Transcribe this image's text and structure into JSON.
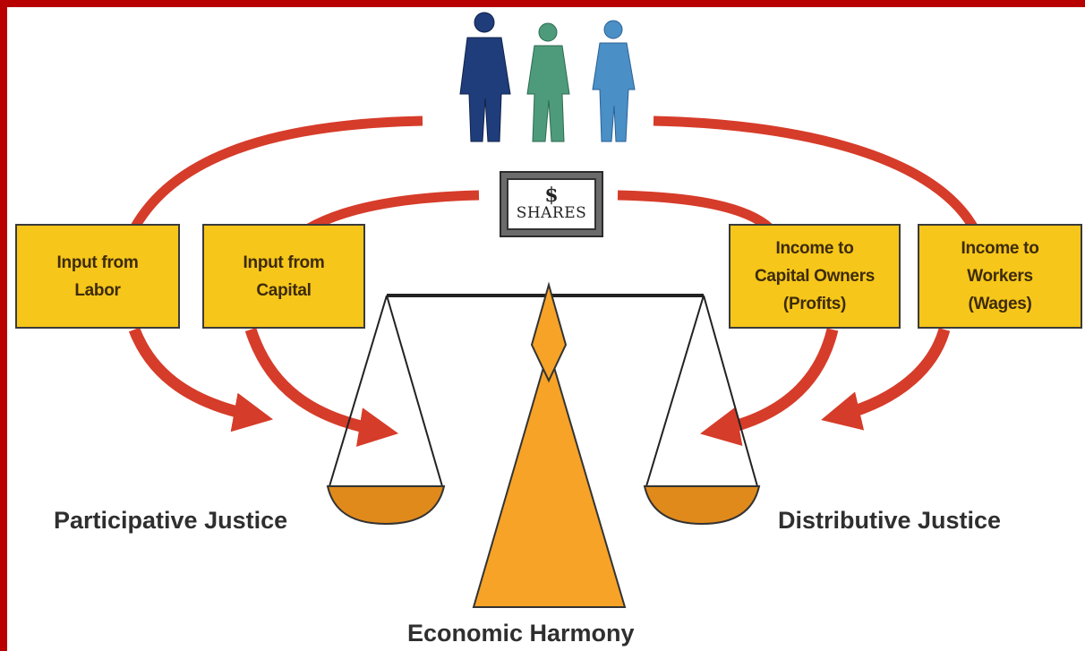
{
  "diagram": {
    "boxes": [
      {
        "text": "Input from\nLabor"
      },
      {
        "text": "Input from\nCapital"
      },
      {
        "text": "Income to\nCapital Owners\n(Profits)"
      },
      {
        "text": "Income to\nWorkers\n(Wages)"
      }
    ],
    "shares_sign": {
      "symbol": "$",
      "text": "SHARES"
    },
    "left_label": "Participative Justice",
    "right_label": "Distributive Justice",
    "bottom_label": "Economic Harmony"
  },
  "colors": {
    "frame": "#b90000",
    "arrow": "#d63c2a",
    "box_fill": "#f6c61a",
    "scale_orange": "#f7a328",
    "pan_fill": "#e08a1c",
    "person_navy": "#1f3d7a",
    "person_green": "#4d9b7a",
    "person_blue": "#4a8fc5"
  },
  "icons": [
    "person-navy-icon",
    "person-green-icon",
    "person-blue-icon",
    "dollar-sign-icon"
  ]
}
